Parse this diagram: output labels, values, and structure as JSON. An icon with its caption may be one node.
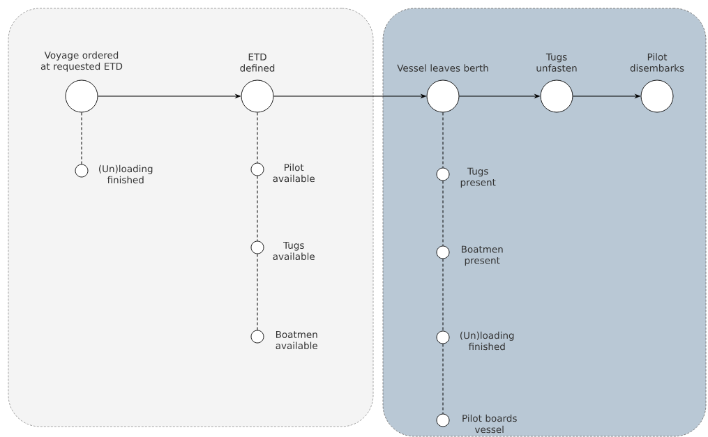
{
  "diagram": {
    "nodes": [
      {
        "text": [],
        "shape": "box"
      },
      {
        "text": [],
        "shape": "box"
      },
      {
        "text": [
          "Voyage ordered at requested ETD"
        ],
        "in": 0
      },
      {
        "text": [
          "(Un)loading finished"
        ],
        "in": 0
      },
      {
        "text": [
          "ETD defined"
        ],
        "in": 0
      },
      {
        "text": [
          "Pilot available"
        ],
        "in": 0
      },
      {
        "text": [
          "Tugs available"
        ],
        "in": 0
      },
      {
        "text": [
          "Boatmen available"
        ],
        "in": 0
      },
      {
        "text": [
          "Vessel leaves berth"
        ],
        "in": 1
      },
      {
        "text": [
          "Tugs unfasten"
        ],
        "in": 1
      },
      {
        "text": [
          "Pilot disembarks"
        ],
        "in": 1
      },
      {
        "text": [
          "Tugs present"
        ],
        "in": 1
      },
      {
        "text": [
          "Boatmen present"
        ],
        "in": 1
      },
      {
        "text": [
          "(Un)loading finished"
        ],
        "in": 1
      },
      {
        "text": [
          "Pilot boards vessel"
        ],
        "in": 1
      }
    ],
    "edges": [
      {
        "from": 2,
        "to": 4,
        "arrow": "to"
      },
      {
        "from": 4,
        "to": 8,
        "arrow": "to"
      },
      {
        "from": 8,
        "to": 9,
        "arrow": "to"
      },
      {
        "from": 9,
        "to": 10,
        "arrow": "to"
      },
      {
        "from": 2,
        "to": 3,
        "arrow": "none",
        "style": "dashed"
      },
      {
        "from": 4,
        "to": 5,
        "arrow": "none",
        "style": "dashed"
      },
      {
        "from": 5,
        "to": 6,
        "arrow": "none",
        "style": "dashed"
      },
      {
        "from": 6,
        "to": 7,
        "arrow": "none",
        "style": "dashed"
      },
      {
        "from": 8,
        "to": 11,
        "arrow": "none",
        "style": "dashed"
      },
      {
        "from": 11,
        "to": 12,
        "arrow": "none",
        "style": "dashed"
      },
      {
        "from": 12,
        "to": 13,
        "arrow": "none",
        "style": "dashed"
      },
      {
        "from": 13,
        "to": 14,
        "arrow": "none",
        "style": "dashed"
      }
    ]
  }
}
